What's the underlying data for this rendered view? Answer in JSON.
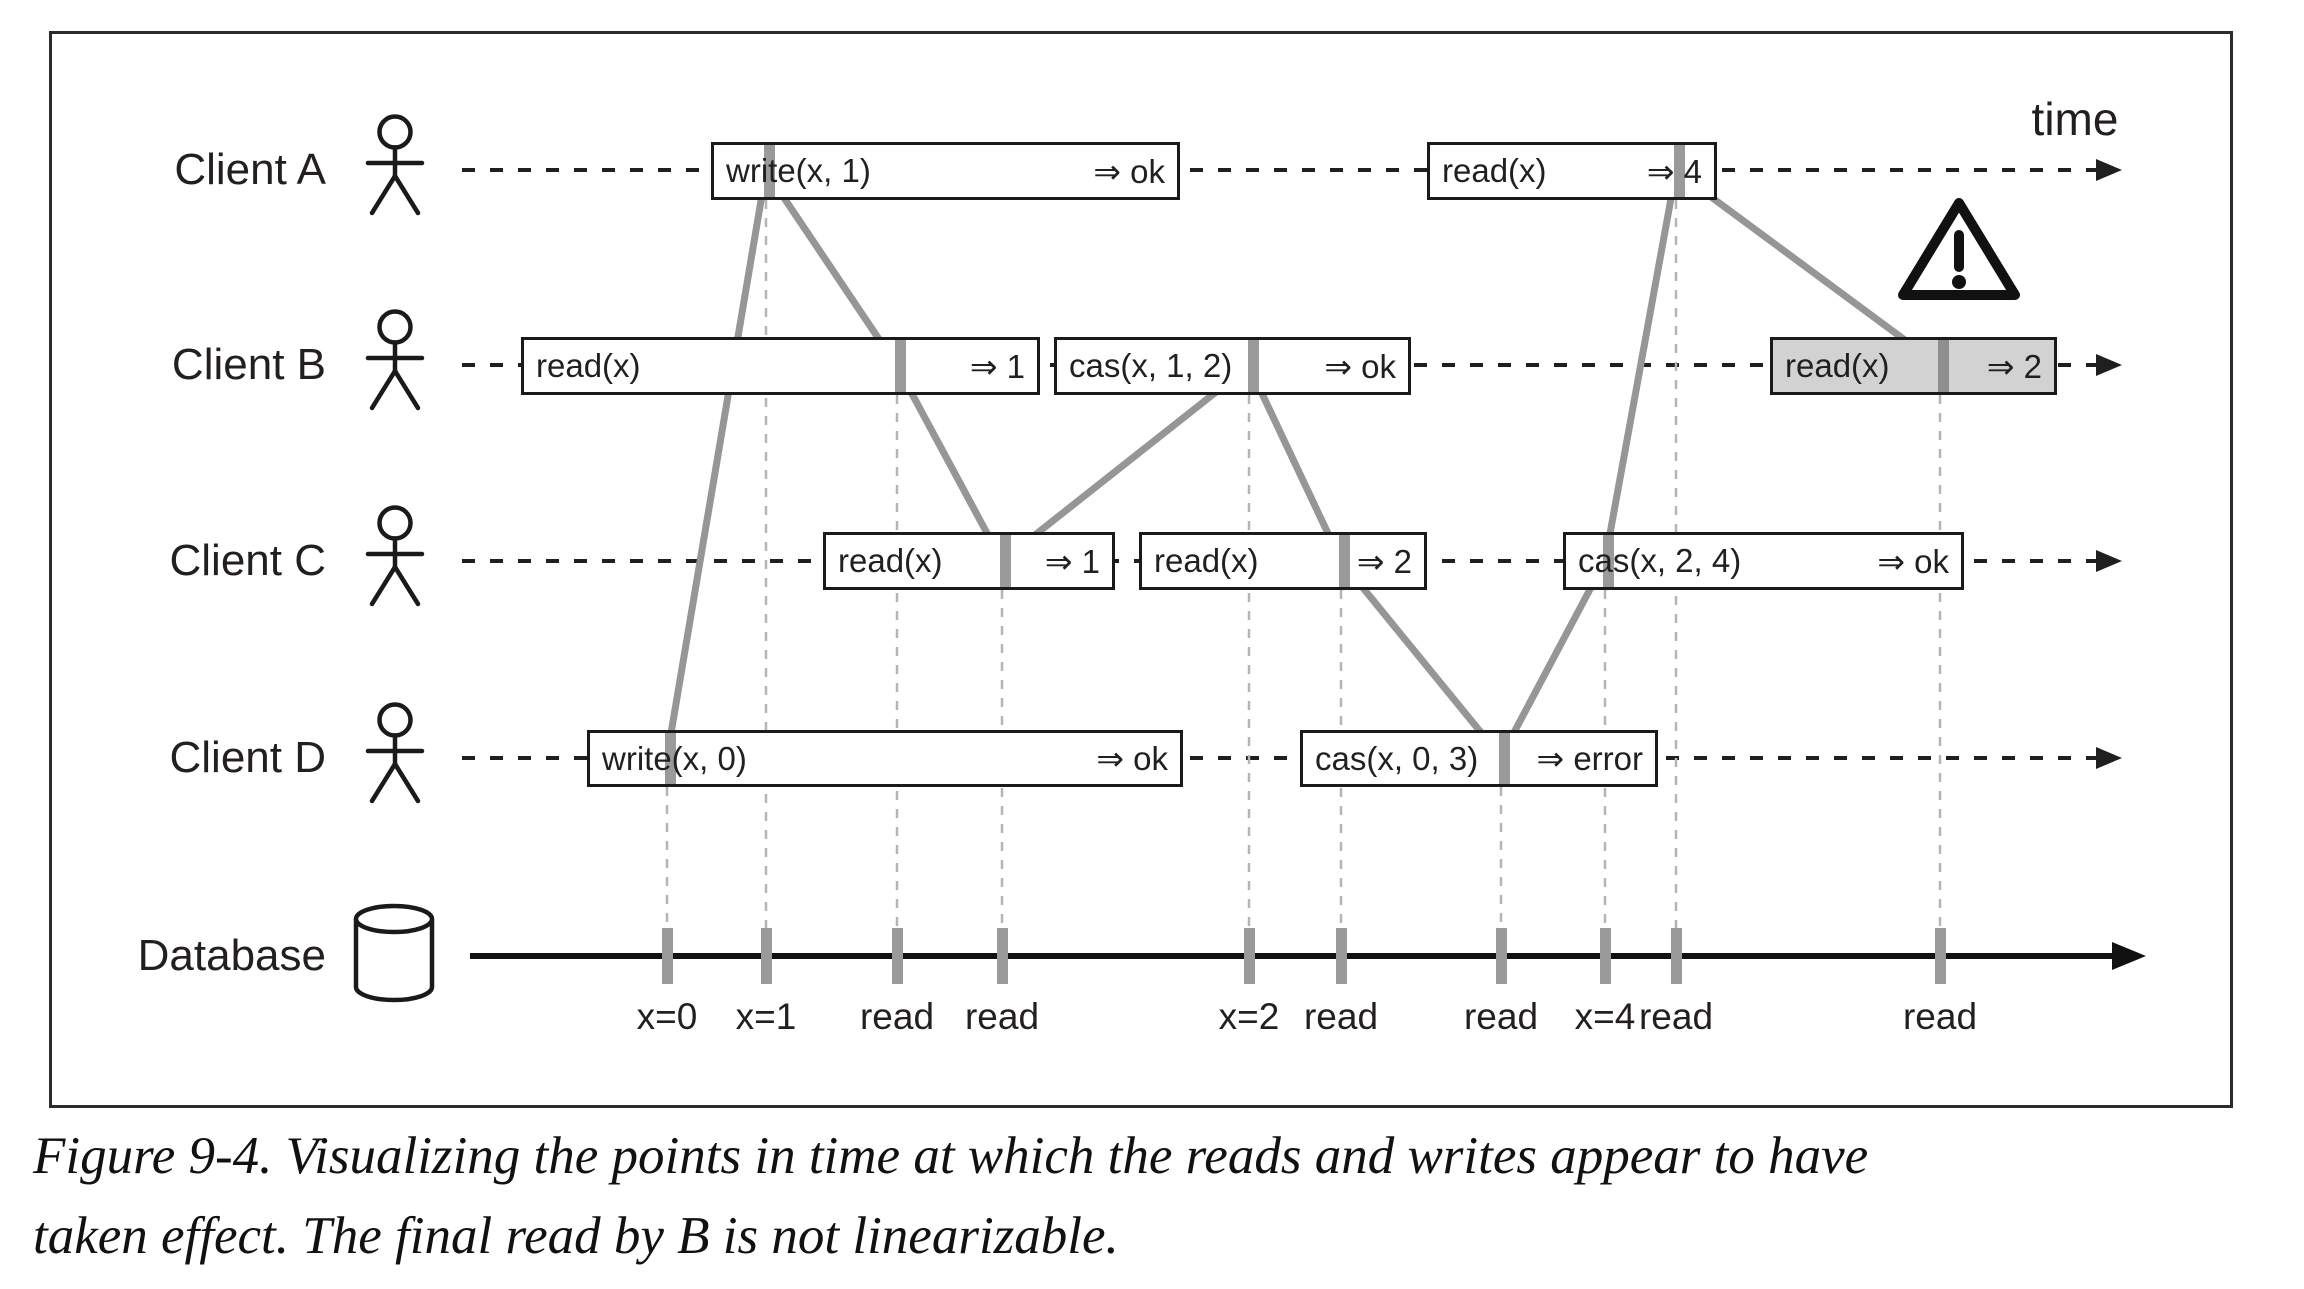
{
  "figure": {
    "time_label": "time"
  },
  "clients": {
    "a": "Client A",
    "b": "Client B",
    "c": "Client C",
    "d": "Client D"
  },
  "database_label": "Database",
  "ops": {
    "a_write": {
      "label": "write(x, 1)",
      "result": "⇒ ok"
    },
    "a_read": {
      "label": "read(x)",
      "result": "⇒ 4"
    },
    "b_read1": {
      "label": "read(x)",
      "result": "⇒ 1"
    },
    "b_cas": {
      "label": "cas(x, 1, 2)",
      "result": "⇒ ok"
    },
    "b_read2": {
      "label": "read(x)",
      "result": "⇒ 2"
    },
    "c_read1": {
      "label": "read(x)",
      "result": "⇒ 1"
    },
    "c_read2": {
      "label": "read(x)",
      "result": "⇒ 2"
    },
    "c_cas": {
      "label": "cas(x, 2, 4)",
      "result": "⇒ ok"
    },
    "d_write": {
      "label": "write(x, 0)",
      "result": "⇒ ok"
    },
    "d_cas": {
      "label": "cas(x, 0, 3)",
      "result": "⇒ error"
    }
  },
  "db_markers": [
    "x=0",
    "x=1",
    "read",
    "read",
    "x=2",
    "read",
    "read",
    "x=4",
    "read",
    "read"
  ],
  "caption": {
    "line1": "Figure 9-4. Visualizing the points in time at which the reads and writes appear to have",
    "line2": "taken effect. The final read by B is not linearizable."
  },
  "colors": {
    "ink": "#1a1a1a",
    "commit_marker_gray": "#9a9a9a",
    "connector_gray": "#969696",
    "dotted_connector_gray": "#b5b5b5",
    "shaded_box_fill": "#d2d2d2"
  }
}
